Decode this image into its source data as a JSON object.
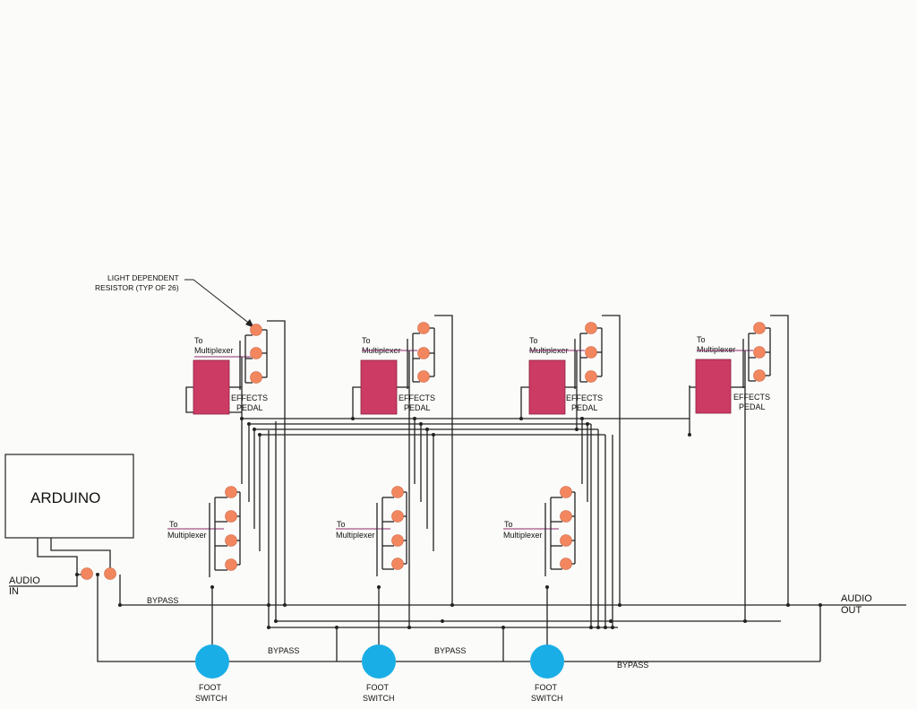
{
  "annotation": {
    "line1": "LIGHT DEPENDENT",
    "line2": "RESISTOR (TYP OF 26)"
  },
  "arduino": {
    "label": "ARDUINO"
  },
  "audio_in": {
    "line1": "AUDIO",
    "line2": "IN"
  },
  "audio_out": {
    "line1": "AUDIO",
    "line2": "OUT"
  },
  "pedal_label": {
    "line1": "EFFECTS",
    "line2": "PEDAL"
  },
  "mux_label": {
    "line1": "To",
    "line2": "Multiplexer"
  },
  "switch_label": {
    "line1": "FOOT",
    "line2": "SWITCH"
  },
  "bypass_label": "BYPASS",
  "colors": {
    "ldr": "#f2875f",
    "pedal": "#cc3b63",
    "foot_switch": "#1aaee6",
    "mux_line": "#8b2a6a",
    "wire": "#222222"
  }
}
